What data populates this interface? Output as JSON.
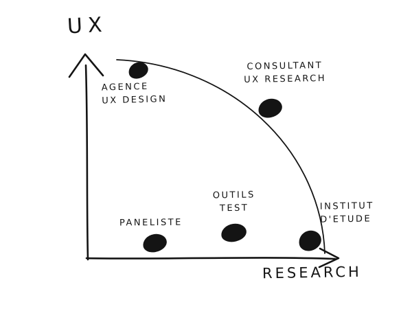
{
  "diagram": {
    "type": "hand-drawn axis diagram",
    "y_axis_label": "UX",
    "x_axis_label": "RESEARCH",
    "colors": {
      "ink": "#141414",
      "background": "#ffffff"
    },
    "points": [
      {
        "name": "agence-ux-design",
        "label": "AGENCE\nUX DESIGN",
        "research_level": 0.2,
        "ux_level": 0.94
      },
      {
        "name": "consultant-ux-research",
        "label": "CONSULTANT\nUX RESEARCH",
        "research_level": 0.74,
        "ux_level": 0.75
      },
      {
        "name": "outils-test",
        "label": "OUTILS\nTEST",
        "research_level": 0.59,
        "ux_level": 0.12
      },
      {
        "name": "paneliste",
        "label": "PANELISTE",
        "research_level": 0.27,
        "ux_level": 0.07
      },
      {
        "name": "institut-detude",
        "label": "INSTITUT\nD'ETUDE",
        "research_level": 0.9,
        "ux_level": 0.09
      }
    ]
  }
}
